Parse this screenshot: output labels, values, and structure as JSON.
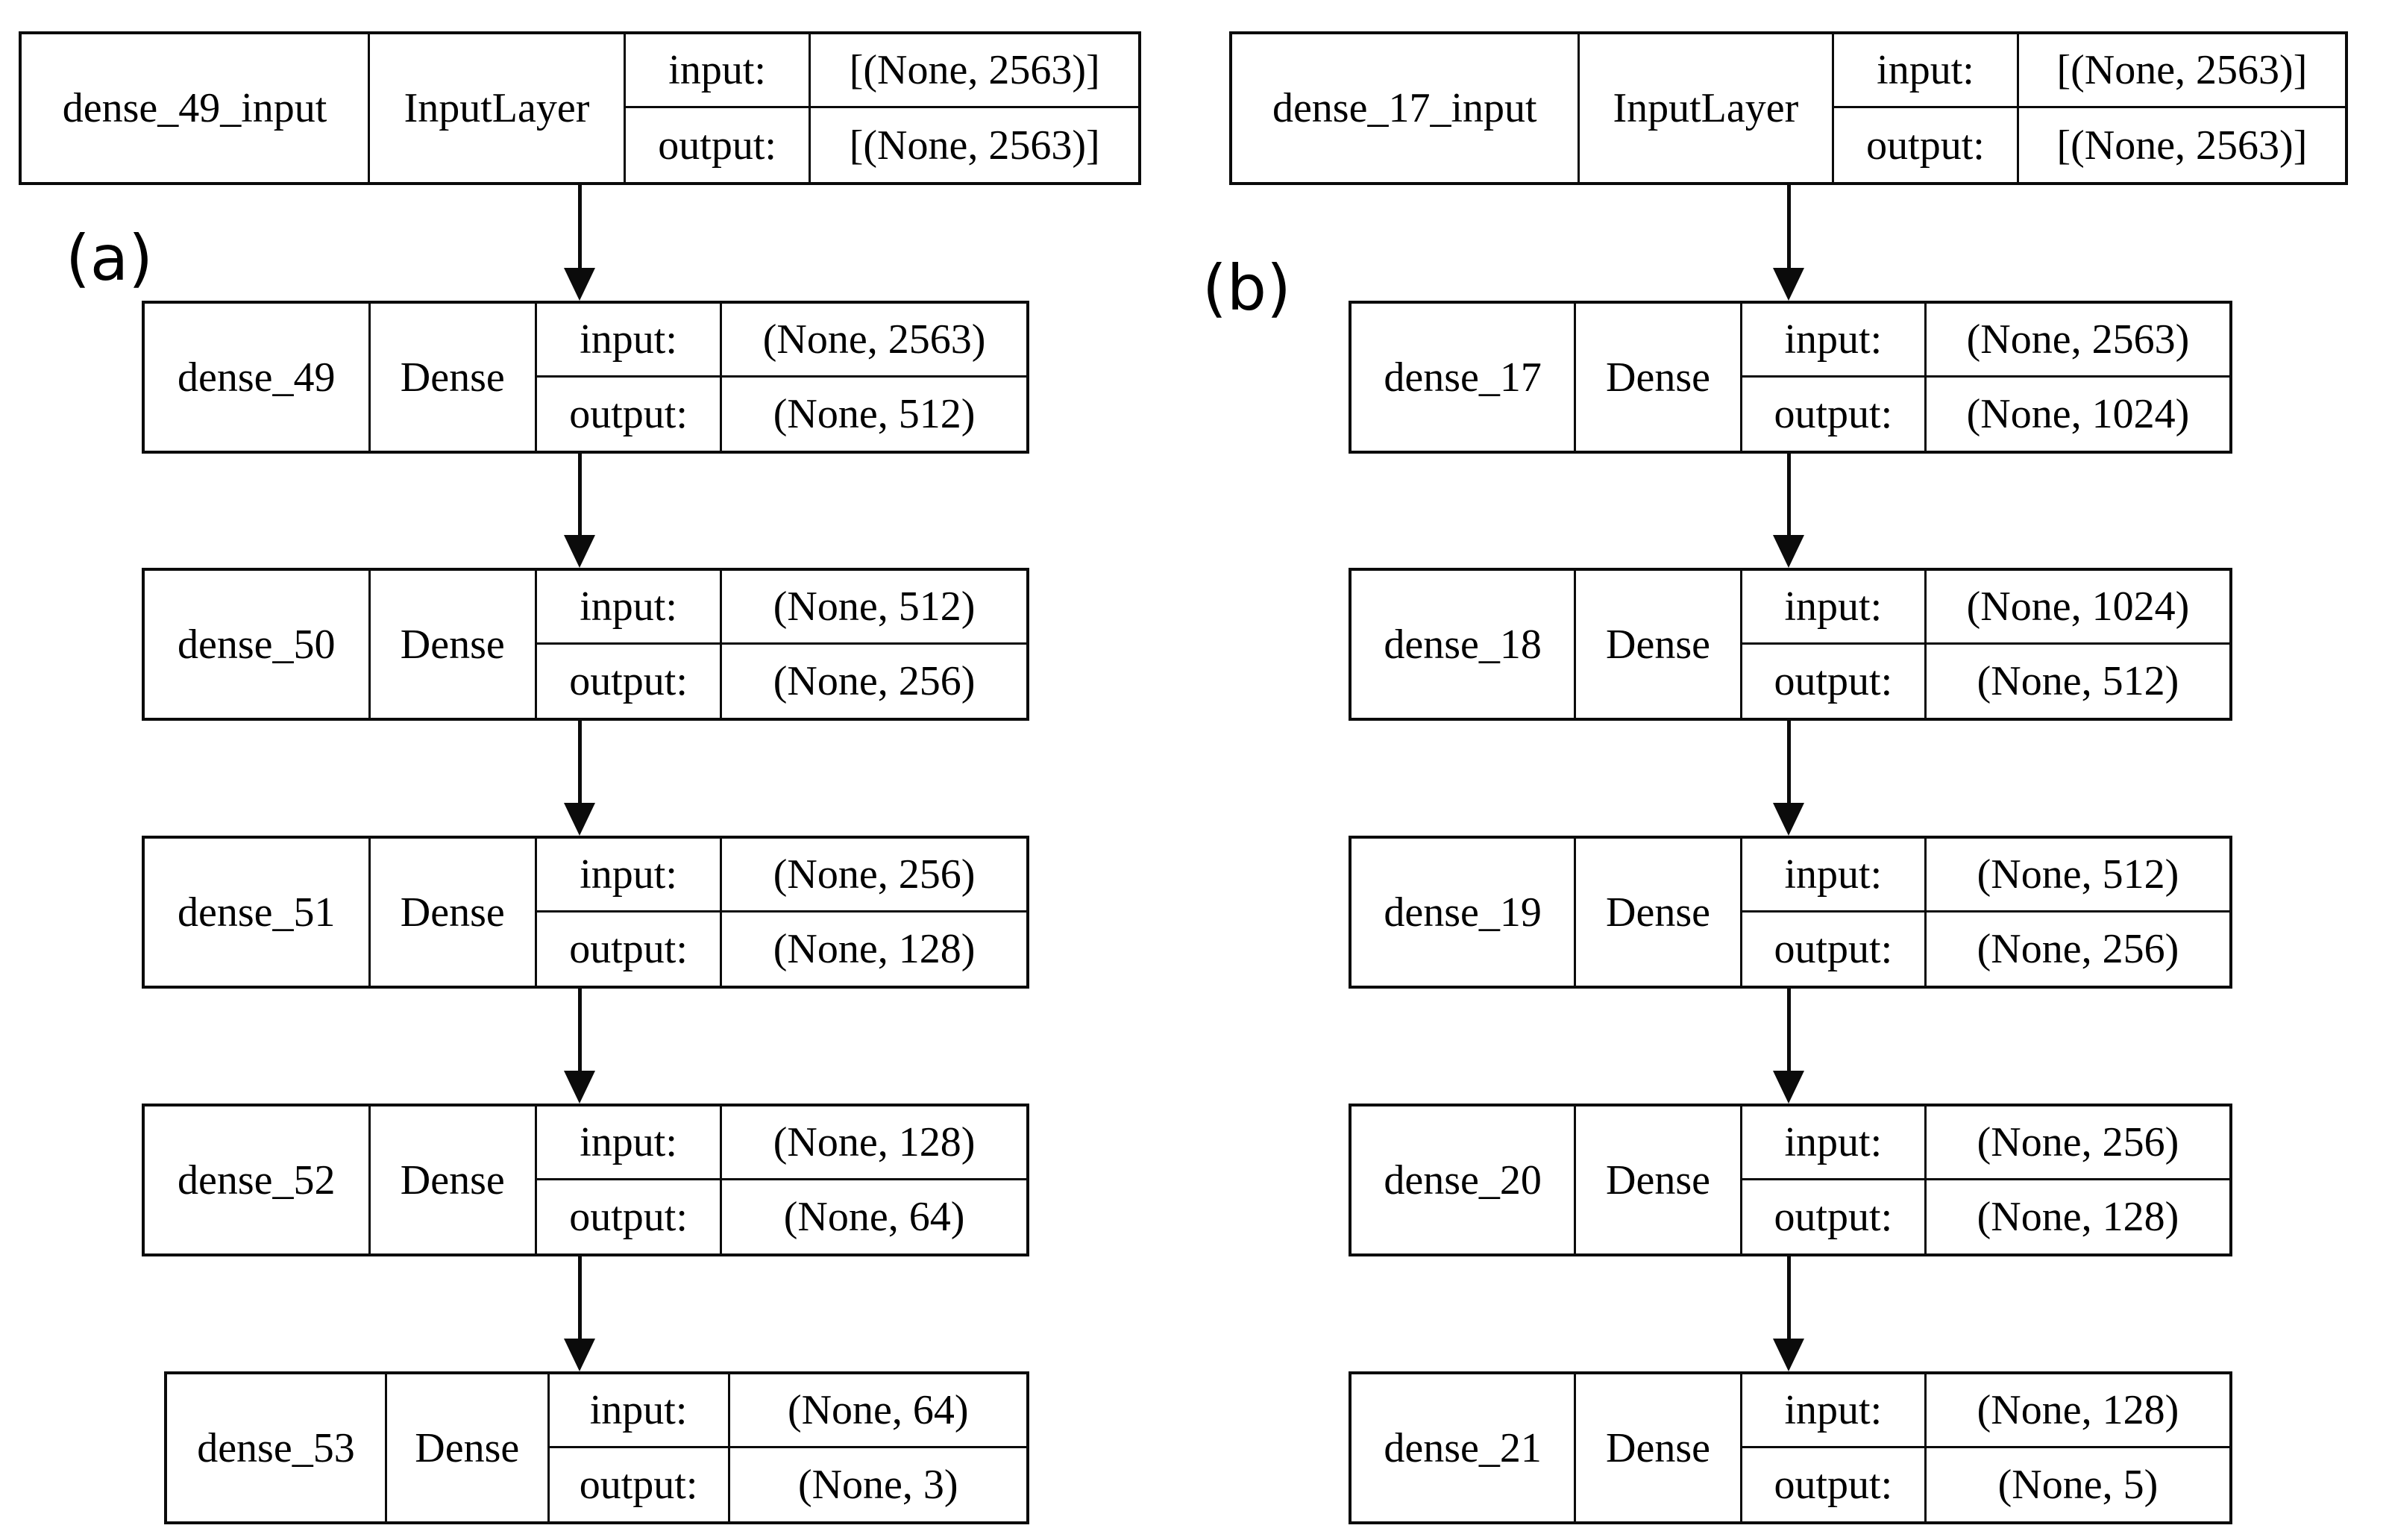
{
  "figure": {
    "io_labels": {
      "input": "input:",
      "output": "output:"
    },
    "colors": {
      "border": "#0b0b0b",
      "background": "#ffffff",
      "text": "#000000"
    },
    "panels": [
      {
        "label": "(a)",
        "layers": [
          {
            "name": "dense_49_input",
            "type": "InputLayer",
            "input_shape": "[(None, 2563)]",
            "output_shape": "[(None, 2563)]"
          },
          {
            "name": "dense_49",
            "type": "Dense",
            "input_shape": "(None, 2563)",
            "output_shape": "(None, 512)"
          },
          {
            "name": "dense_50",
            "type": "Dense",
            "input_shape": "(None, 512)",
            "output_shape": "(None, 256)"
          },
          {
            "name": "dense_51",
            "type": "Dense",
            "input_shape": "(None, 256)",
            "output_shape": "(None, 128)"
          },
          {
            "name": "dense_52",
            "type": "Dense",
            "input_shape": "(None, 128)",
            "output_shape": "(None, 64)"
          },
          {
            "name": "dense_53",
            "type": "Dense",
            "input_shape": "(None, 64)",
            "output_shape": "(None, 3)"
          }
        ]
      },
      {
        "label": "(b)",
        "layers": [
          {
            "name": "dense_17_input",
            "type": "InputLayer",
            "input_shape": "[(None, 2563)]",
            "output_shape": "[(None, 2563)]"
          },
          {
            "name": "dense_17",
            "type": "Dense",
            "input_shape": "(None, 2563)",
            "output_shape": "(None, 1024)"
          },
          {
            "name": "dense_18",
            "type": "Dense",
            "input_shape": "(None, 1024)",
            "output_shape": "(None, 512)"
          },
          {
            "name": "dense_19",
            "type": "Dense",
            "input_shape": "(None, 512)",
            "output_shape": "(None, 256)"
          },
          {
            "name": "dense_20",
            "type": "Dense",
            "input_shape": "(None, 256)",
            "output_shape": "(None, 128)"
          },
          {
            "name": "dense_21",
            "type": "Dense",
            "input_shape": "(None, 128)",
            "output_shape": "(None, 5)"
          }
        ]
      }
    ]
  }
}
